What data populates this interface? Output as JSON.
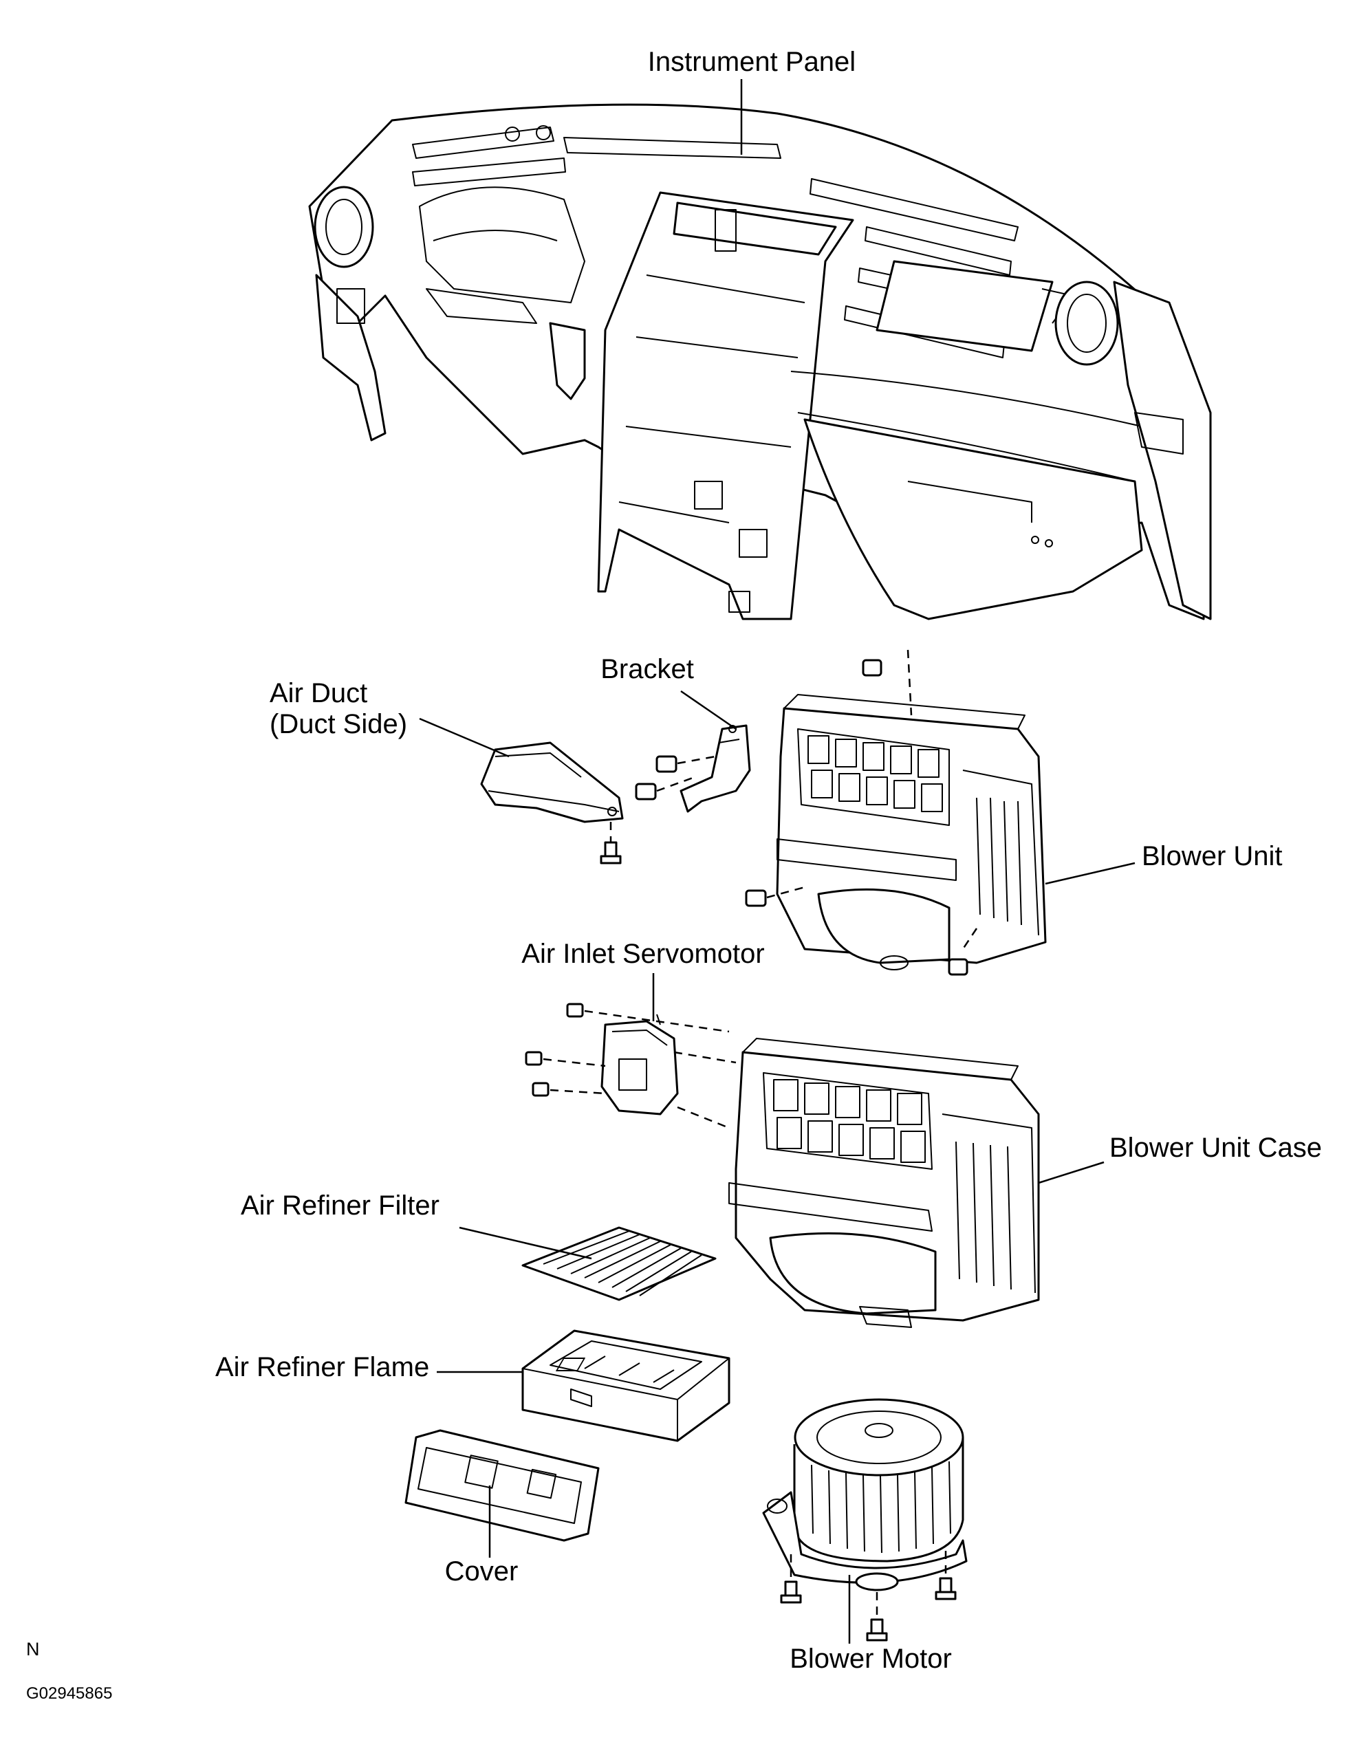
{
  "labels": {
    "instrument_panel": "Instrument Panel",
    "bracket": "Bracket",
    "air_duct_line1": "Air Duct",
    "air_duct_line2": "(Duct Side)",
    "blower_unit": "Blower Unit",
    "air_inlet_servomotor": "Air Inlet Servomotor",
    "blower_unit_case": "Blower Unit Case",
    "air_refiner_filter": "Air Refiner Filter",
    "air_refiner_flame": "Air Refiner Flame",
    "cover": "Cover",
    "blower_motor": "Blower Motor"
  },
  "footer": {
    "mark": "N",
    "figure_code": "G02945865"
  }
}
